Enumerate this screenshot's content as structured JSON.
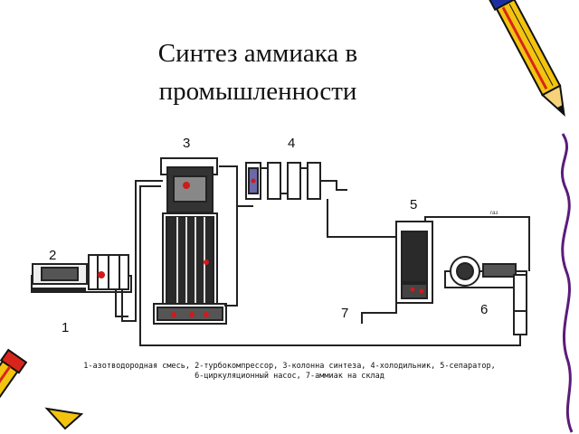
{
  "slide": {
    "title_line1": "Синтез аммиака в",
    "title_line2": "промышленности"
  },
  "diagram": {
    "labels": {
      "n1": "1",
      "n2": "2",
      "n3": "3",
      "n4": "4",
      "n5": "5",
      "n6": "6",
      "n7": "7",
      "gas": "газ"
    },
    "legend_line1": "1-азотводородная смесь, 2-турбокомпрессор, 3-колонна синтеза, 4-холодильник, 5-сепаратор,",
    "legend_line2": "6-циркуляционный насос, 7-аммиак на склад"
  },
  "decor": {
    "pencil_top_right": "pencil-icon",
    "pencil_bottom_left": "pencil-icon",
    "squiggle_right": "squiggle-line"
  },
  "colors": {
    "pipe": "#222222",
    "accent_red": "#d11a1a",
    "pencil_yellow": "#f2c40f",
    "pencil_blue": "#1b2fa3",
    "pencil_red": "#d8251b",
    "squiggle_purple": "#5a1c7a"
  }
}
